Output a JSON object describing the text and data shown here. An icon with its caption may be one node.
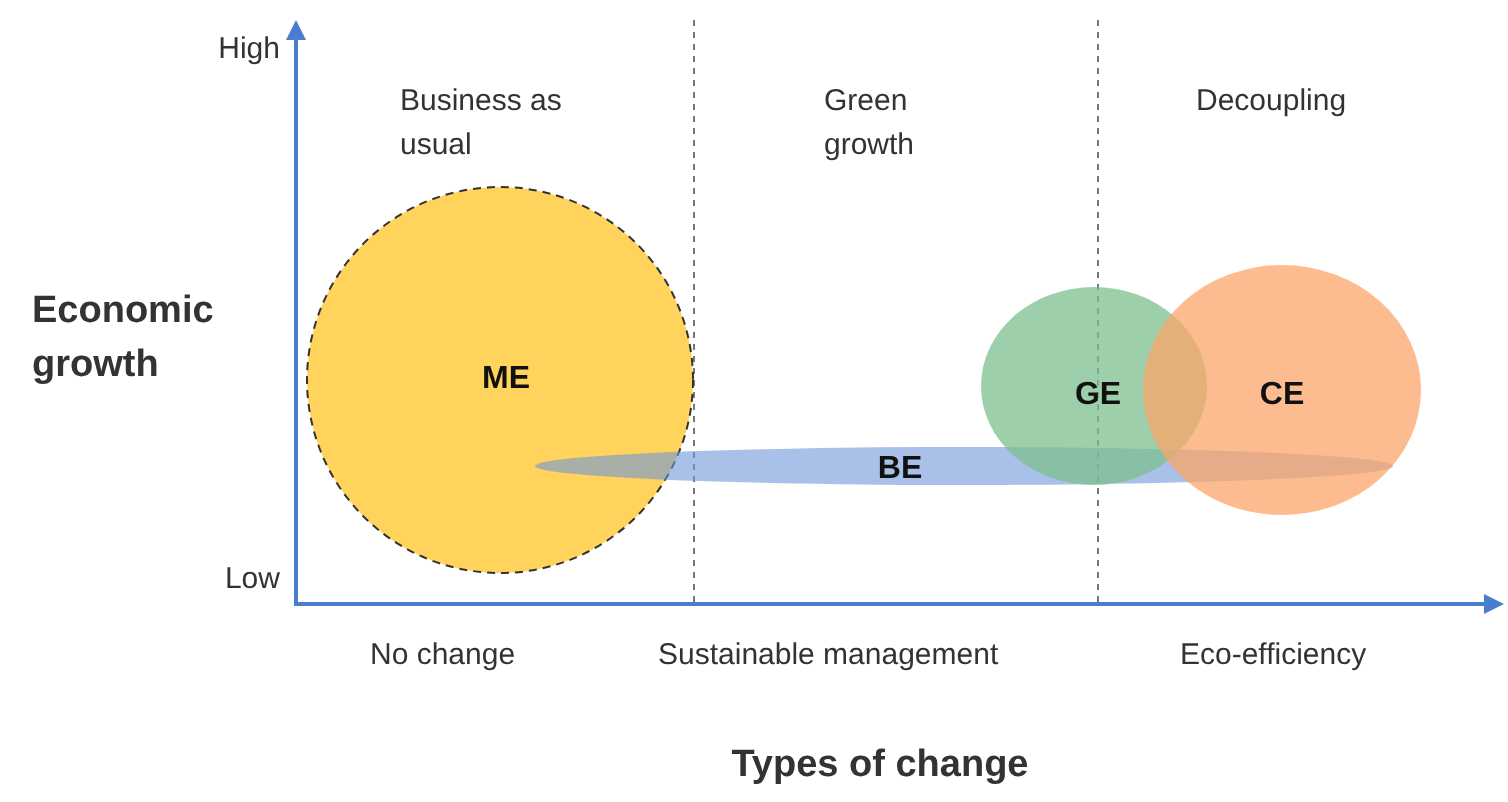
{
  "diagram": {
    "nodes": [
      {
        "text": [
          "ME"
        ]
      },
      {
        "text": [
          "BE"
        ]
      },
      {
        "text": [
          "GE"
        ]
      },
      {
        "text": [
          "CE"
        ]
      }
    ],
    "labels": [
      "High",
      "Business as usual",
      "Green growth",
      "Decoupling",
      "Economic growth",
      "Low",
      "No change",
      "Sustainable management",
      "Eco-efficiency",
      "Types of change"
    ]
  }
}
